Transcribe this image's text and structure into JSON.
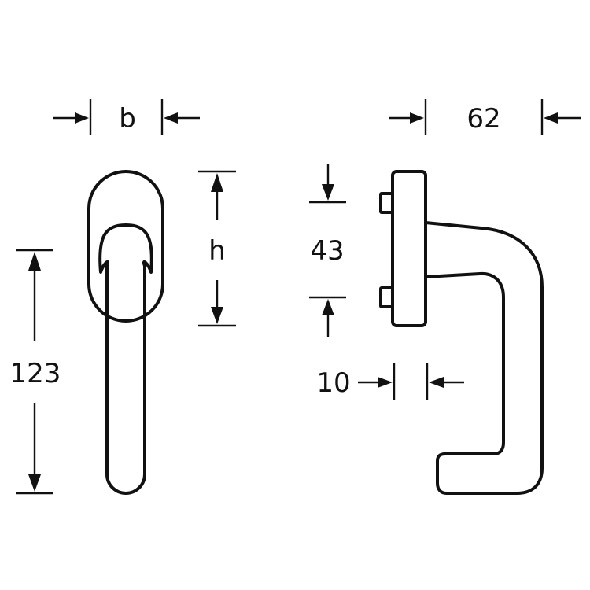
{
  "colors": {
    "ink": "#111111",
    "background": "#ffffff"
  },
  "dimensions": {
    "width_label": "b",
    "height_label": "h",
    "total_length_label": "123",
    "projection_label": "62",
    "rose_height_label": "43",
    "rose_thickness_label": "10"
  }
}
